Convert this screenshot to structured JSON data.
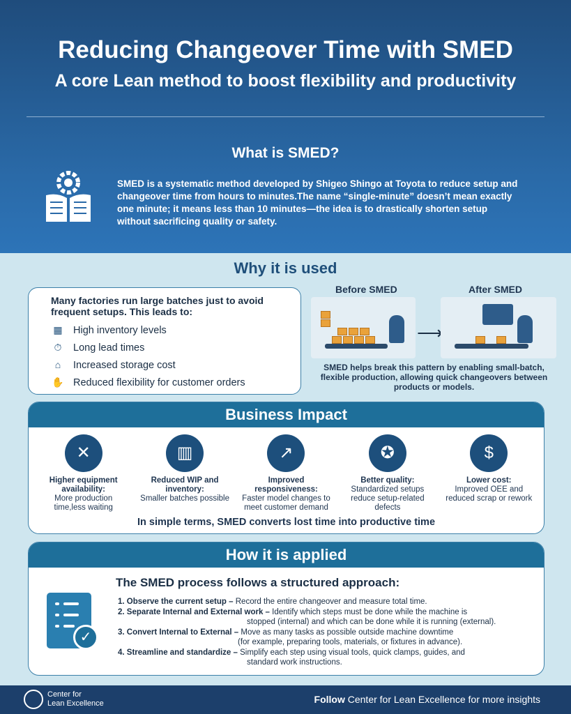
{
  "header": {
    "title": "Reducing Changeover Time with SMED",
    "subtitle": "A core Lean method to boost flexibility and productivity"
  },
  "what": {
    "heading": "What is SMED?",
    "icon": "gear-book-icon",
    "text": "SMED is a systematic method developed by Shigeo Shingo at Toyota to reduce setup and changeover time from hours to minutes.The name “single-minute” doesn’t mean exactly one minute; it means less than 10 minutes—the idea is to drastically shorten setup without sacrificing quality or safety."
  },
  "why": {
    "heading": "Why it is used",
    "intro": "Many factories run large batches just to avoid frequent setups. This leads to:",
    "items": [
      {
        "icon": "inventory-icon",
        "label": "High inventory levels"
      },
      {
        "icon": "clock-fast-icon",
        "label": "Long lead times"
      },
      {
        "icon": "warehouse-cost-icon",
        "label": "Increased storage cost"
      },
      {
        "icon": "hand-box-icon",
        "label": "Reduced flexibility for customer orders"
      }
    ],
    "before_label": "Before SMED",
    "after_label": "After SMED",
    "caption": "SMED helps break this pattern by enabling small-batch, flexible production, allowing quick changeovers between products or models."
  },
  "impact": {
    "heading": "Business Impact",
    "items": [
      {
        "icon": "tools-icon",
        "title": "Higher equipment availability:",
        "text": "More production time,less waiting"
      },
      {
        "icon": "worker-boxes-icon",
        "title": "Reduced WIP and inventory:",
        "text": "Smaller batches possible"
      },
      {
        "icon": "growth-chart-icon",
        "title": "Improved responsiveness:",
        "text": "Faster model changes to meet customer demand"
      },
      {
        "icon": "quality-badge-icon",
        "title": "Better quality:",
        "text": "Standardized setups reduce setup-related defects"
      },
      {
        "icon": "cost-down-icon",
        "title": "Lower cost:",
        "text": "Improved OEE and reduced scrap or rework"
      }
    ],
    "summary": "In simple terms, SMED converts lost time into productive time"
  },
  "how": {
    "heading": "How it is applied",
    "subheading": "The SMED process follows a structured approach:",
    "steps": [
      {
        "title": "1. Observe the current setup –",
        "text": "Record the entire changeover and measure total time.",
        "cont": ""
      },
      {
        "title": "2. Separate Internal and External work –",
        "text": "Identify which steps must be done while the machine is",
        "cont": "stopped (internal) and which can be done while it is running (external)."
      },
      {
        "title": "3. Convert Internal to External –",
        "text": "Move as many tasks as possible outside machine downtime",
        "cont": "(for example, preparing tools, materials, or fixtures in advance)."
      },
      {
        "title": "4. Streamline and standardize –",
        "text": "Simplify each step using visual tools, quick clamps, guides, and",
        "cont": "standard work instructions."
      }
    ]
  },
  "footer": {
    "logo_line1": "Center for",
    "logo_line2": "Lean Excellence",
    "follow_bold": "Follow",
    "follow_text": "Center for Lean Excellence for more insights"
  }
}
